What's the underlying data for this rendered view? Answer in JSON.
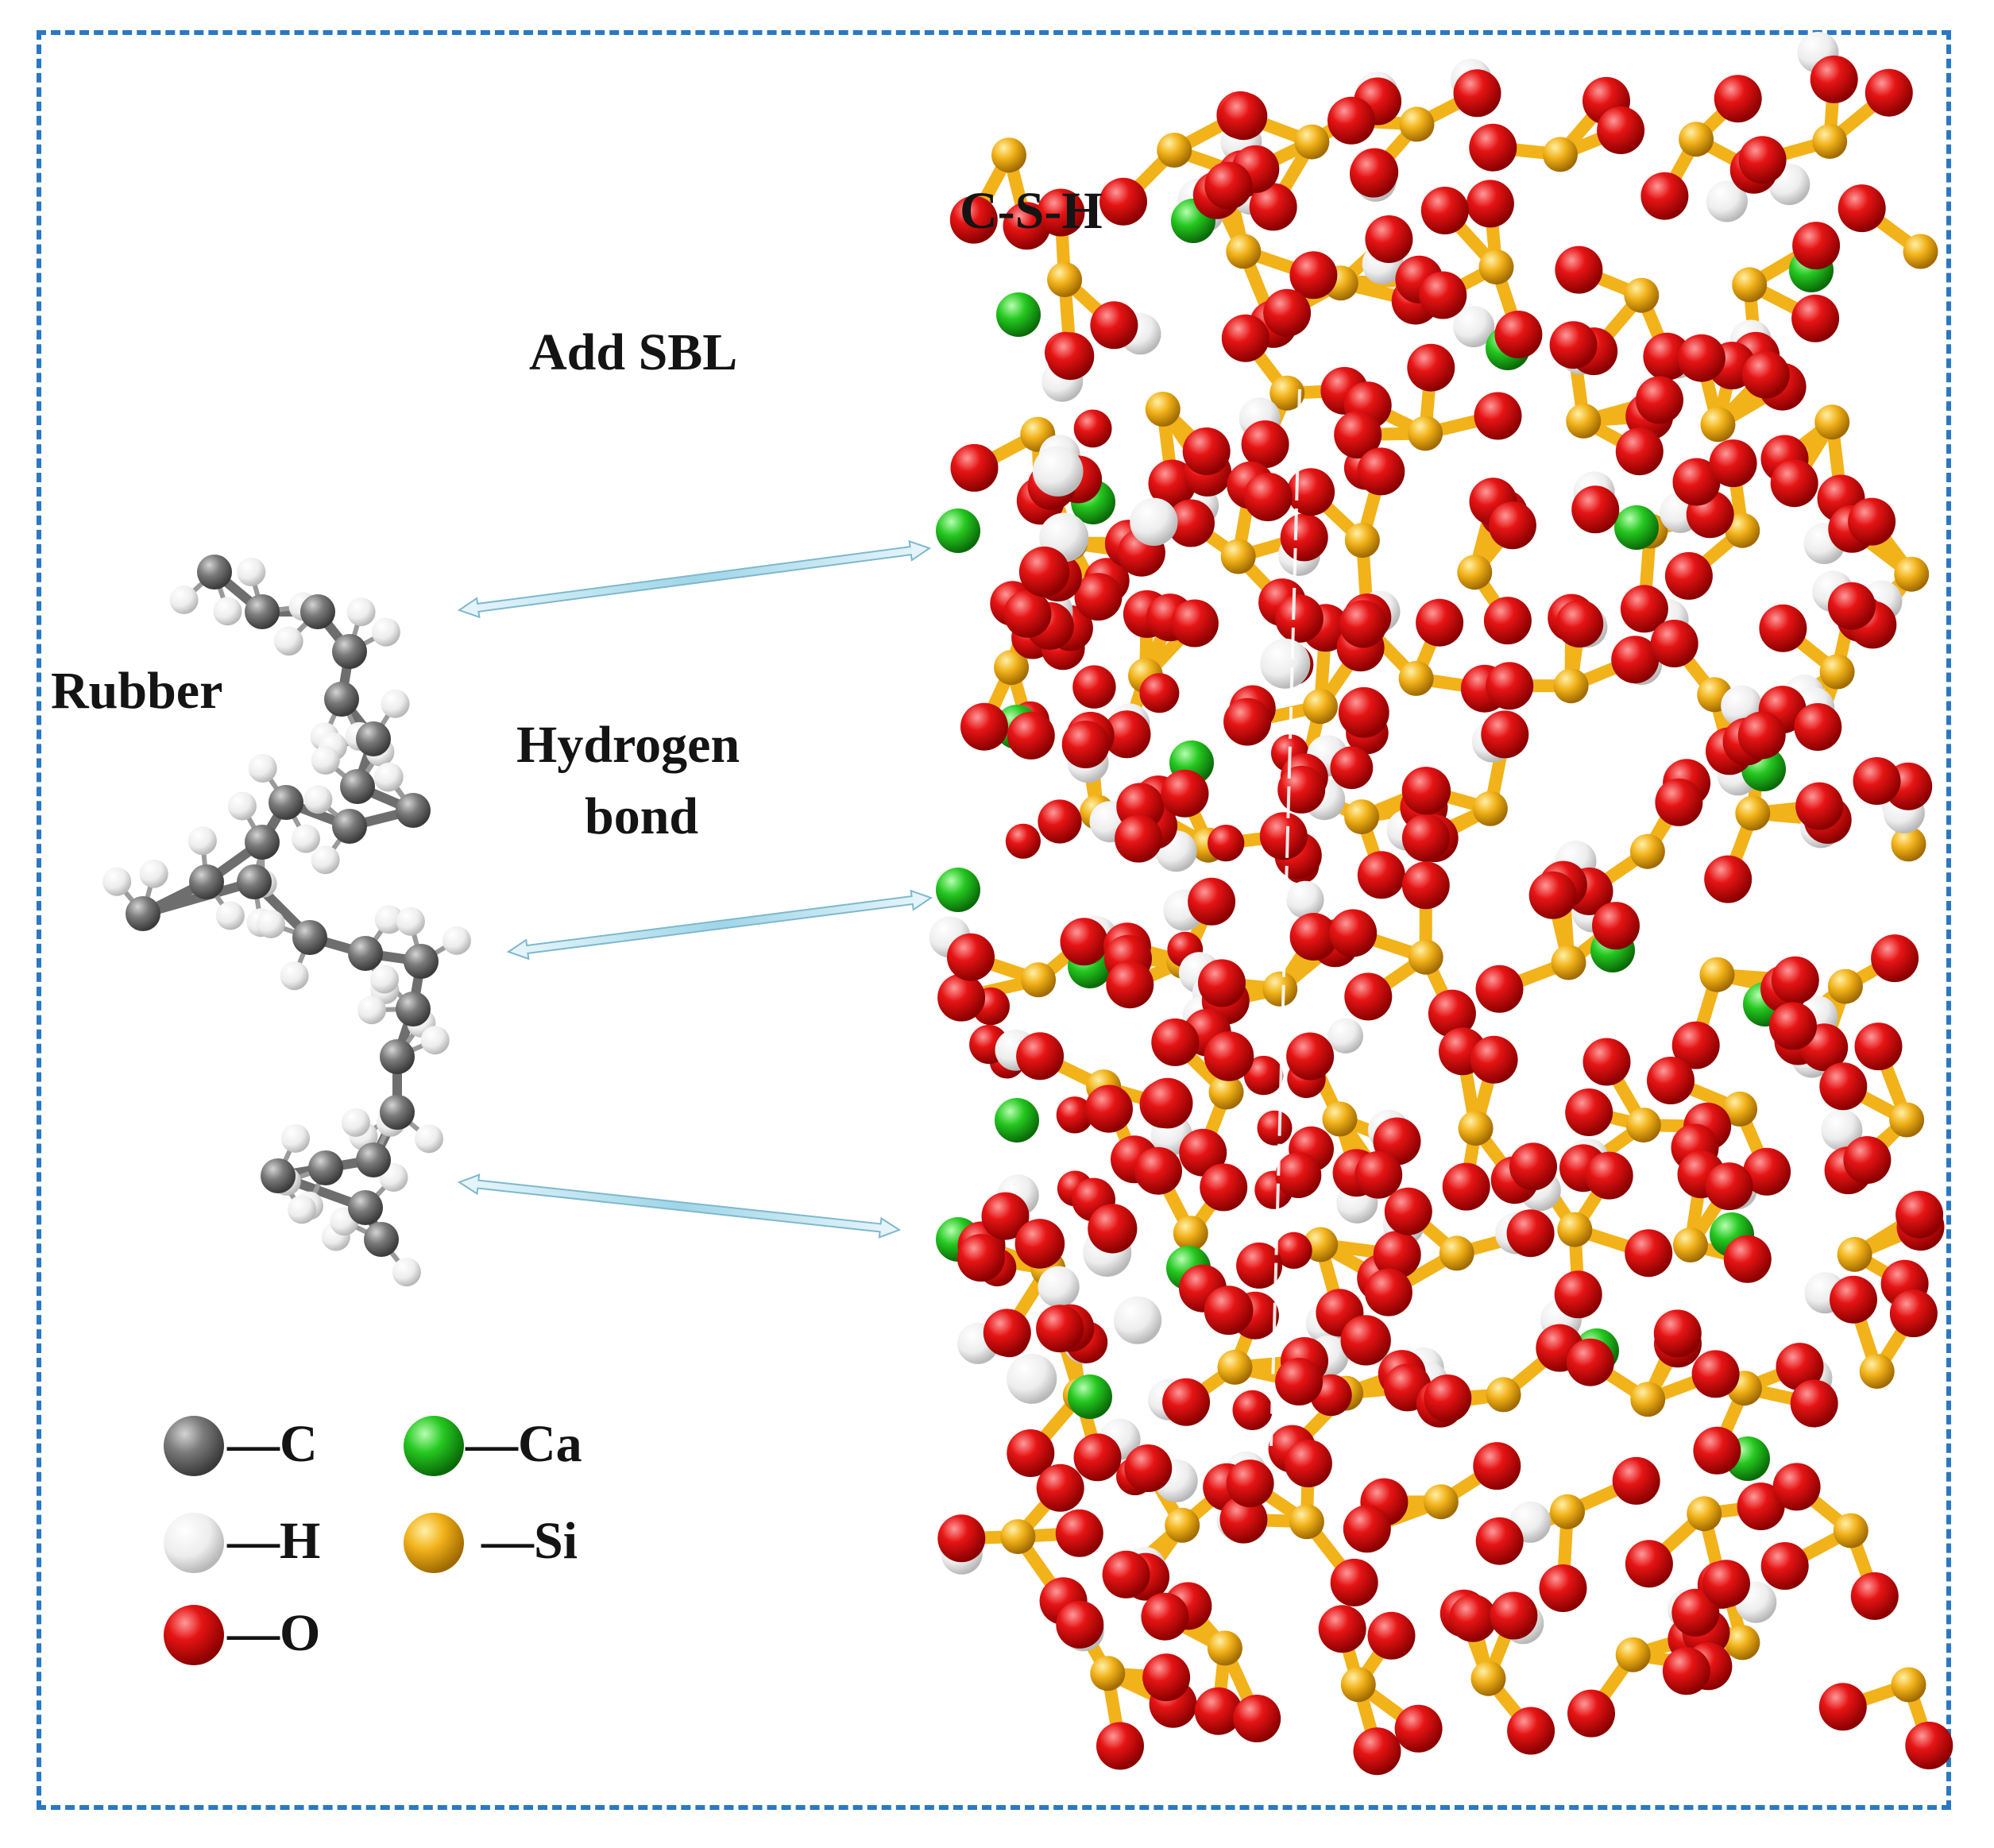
{
  "labels": {
    "csh": "C-S-H",
    "add_sbl": "Add SBL",
    "rubber": "Rubber",
    "hydrogen_line1": "Hydrogen",
    "hydrogen_line2": "bond"
  },
  "legend": [
    {
      "symbol": "C",
      "label": "—C",
      "color": "#6e6e6e"
    },
    {
      "symbol": "H",
      "label": "—H",
      "color": "#f2f2f2"
    },
    {
      "symbol": "O",
      "label": "—O",
      "color": "#e01010"
    },
    {
      "symbol": "Ca",
      "label": "—Ca",
      "color": "#22c41e"
    },
    {
      "symbol": "Si",
      "label": "—Si",
      "color": "#f2b21a"
    }
  ],
  "colors": {
    "frame": "#2a78c2",
    "carbon": "#6e6e6e",
    "hydrogen": "#f2f2f2",
    "oxygen": "#e01010",
    "calcium": "#22c41e",
    "silicon": "#f2b21a",
    "arrow": "#9ad4e6"
  }
}
